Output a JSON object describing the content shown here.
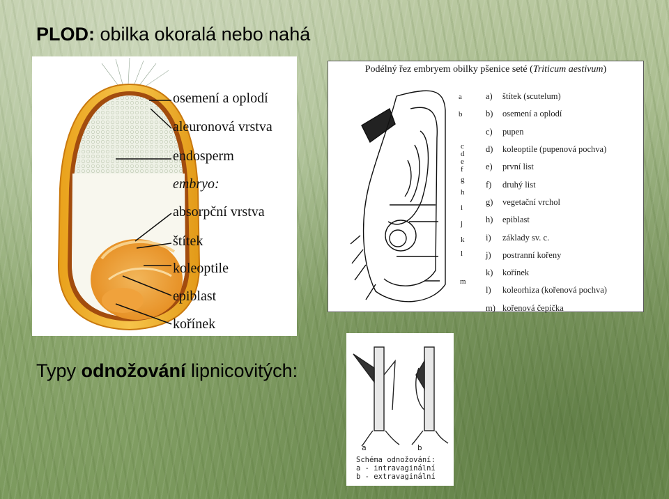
{
  "title": {
    "strong": "PLOD:",
    "rest": " obilka okoralá nebo nahá"
  },
  "subtitle": {
    "normal1": "Typy ",
    "strong": "odnožování",
    "normal2": " lipnicovitých:"
  },
  "grain": {
    "labels": [
      {
        "text": "osemení a oplodí",
        "italic": false
      },
      {
        "text": "aleuronová vrstva",
        "italic": false
      },
      {
        "text": "endosperm",
        "italic": false
      },
      {
        "text": "embryo:",
        "italic": true
      },
      {
        "text": "absorpční vrstva",
        "italic": false
      },
      {
        "text": "štítek",
        "italic": false
      },
      {
        "text": "koleoptile",
        "italic": false
      },
      {
        "text": "epiblast",
        "italic": false
      },
      {
        "text": "kořínek",
        "italic": false
      }
    ]
  },
  "section": {
    "title_prefix": "Podélný řez embryem obilky pšenice seté (",
    "title_species": "Triticum aestivum",
    "title_suffix": ")",
    "letters": [
      "a",
      "b",
      "c",
      "d",
      "e",
      "f",
      "g",
      "h",
      "i",
      "j",
      "k",
      "l",
      "m"
    ],
    "legend": [
      {
        "key": "a)",
        "text": "štítek (scutelum)"
      },
      {
        "key": "b)",
        "text": "osemení a oplodí"
      },
      {
        "key": "c)",
        "text": "pupen"
      },
      {
        "key": "d)",
        "text": "koleoptile (pupenová pochva)"
      },
      {
        "key": "e)",
        "text": "první list"
      },
      {
        "key": "f)",
        "text": "druhý list"
      },
      {
        "key": "g)",
        "text": "vegetační vrchol"
      },
      {
        "key": "h)",
        "text": "epiblast"
      },
      {
        "key": "i)",
        "text": "základy sv. c."
      },
      {
        "key": "j)",
        "text": "postranní kořeny"
      },
      {
        "key": "k)",
        "text": "kořínek"
      },
      {
        "key": "l)",
        "text": "koleorhiza (kořenová pochva)"
      },
      {
        "key": "m)",
        "text": "kořenová čepička"
      }
    ]
  },
  "tillering": {
    "letter_a": "a",
    "letter_b": "b",
    "caption_lines": [
      "Schéma odnožování:",
      "a - intravaginální",
      "b - extravaginální"
    ]
  }
}
